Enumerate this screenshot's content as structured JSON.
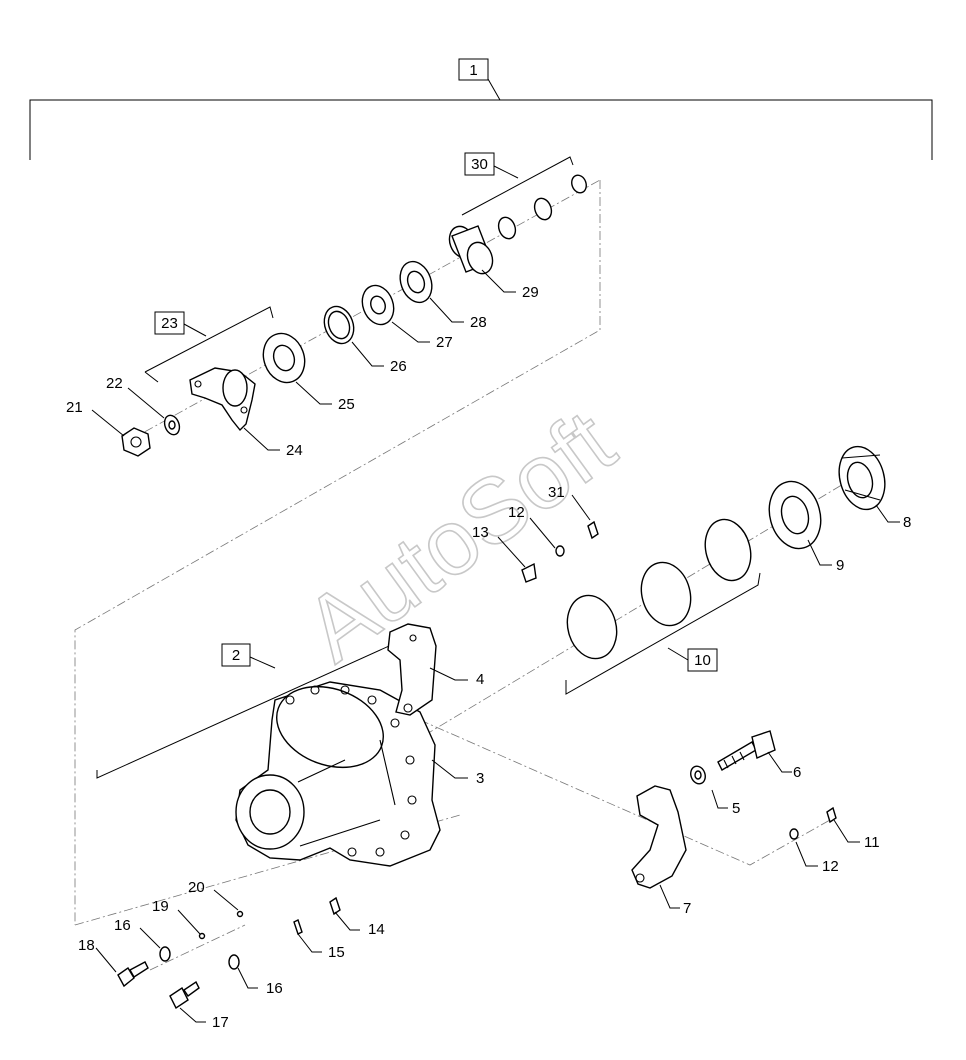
{
  "watermark": "AutoSoft",
  "assembly_labels": [
    "1",
    "2",
    "10",
    "23",
    "30"
  ],
  "callouts": [
    "3",
    "4",
    "5",
    "6",
    "7",
    "8",
    "9",
    "11",
    "12",
    "12",
    "13",
    "14",
    "15",
    "16",
    "16",
    "17",
    "18",
    "19",
    "20",
    "21",
    "22",
    "24",
    "25",
    "26",
    "27",
    "28",
    "29",
    "31"
  ]
}
